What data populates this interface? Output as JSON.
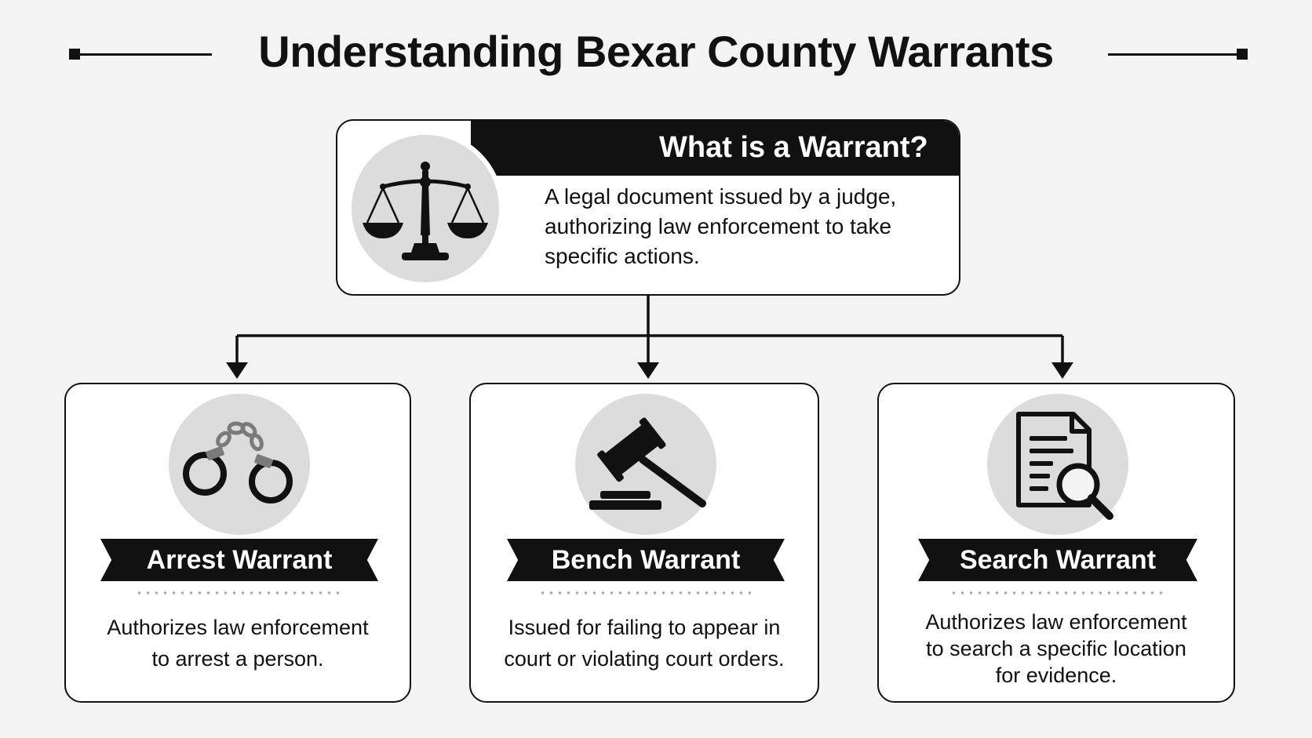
{
  "header": {
    "title": "Understanding Bexar County Warrants"
  },
  "definition": {
    "title": "What is a Warrant?",
    "lines": [
      "A legal document issued by a judge,",
      "authorizing law enforcement to take",
      "specific actions."
    ],
    "icon": "scales-of-justice-icon"
  },
  "types": [
    {
      "title": "Arrest Warrant",
      "icon": "handcuffs-icon",
      "lines": [
        "Authorizes law enforcement",
        "to arrest a person."
      ]
    },
    {
      "title": "Bench Warrant",
      "icon": "gavel-icon",
      "lines": [
        "Issued for failing to appear in",
        "court or violating court orders."
      ]
    },
    {
      "title": "Search Warrant",
      "icon": "document-search-icon",
      "lines": [
        "Authorizes law enforcement",
        "to search a specific location",
        "for evidence."
      ]
    }
  ],
  "colors": {
    "ink": "#111111",
    "background": "#f3f3f3",
    "icon_circle": "#dcdcdc",
    "card": "#ffffff"
  }
}
